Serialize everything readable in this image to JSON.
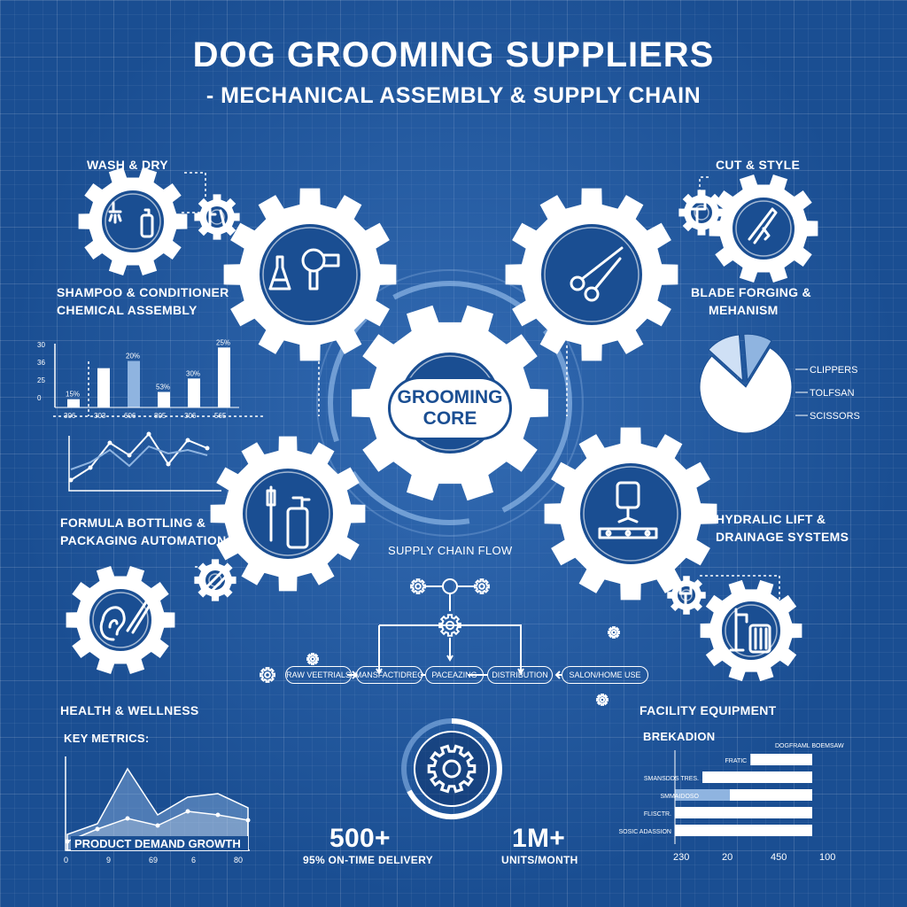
{
  "header": {
    "title": "DOG GROOMING SUPPLIERS",
    "subtitle": "- MECHANICAL ASSEMBLY & SUPPLY CHAIN"
  },
  "center": {
    "line1": "GROOMING",
    "line2": "CORE"
  },
  "sections": {
    "wash_dry": "WASH & DRY",
    "cut_style": "CUT & STYLE",
    "shampoo_line1": "SHAMPOO & CONDITIONER",
    "shampoo_line2": "CHEMICAL ASSEMBLY",
    "blade_line1": "BLADE FORGING &",
    "blade_line2": "MEHANISM",
    "formula_line1": "FORMULA BOTTLING &",
    "formula_line2": "PACKAGING AUTOMATION",
    "hydraulic_line1": "HYDRALIC LIFT &",
    "hydraulic_line2": "DRAINAGE SYSTEMS",
    "health": "HEALTH & WELLNESS",
    "key_metrics": "KEY METRICS:",
    "facility": "FACILITY EQUIPMENT",
    "breakdown": "BREKADION"
  },
  "supply_chain": {
    "title": "SUPPLY CHAIN FLOW",
    "stages": [
      "RAW VEETRIALS",
      "MANSFACTIDREO",
      "PACEAZING",
      "DISTRIBUTION",
      "SALON/HOME USE"
    ]
  },
  "metrics": {
    "stat1_value": "500+",
    "stat1_label": "95% ON-TIME DELIVERY",
    "stat2_value": "1M+",
    "stat2_label": "UNITS/MONTH"
  },
  "colors": {
    "background": "#1a4e92",
    "accent": "#ffffff",
    "highlight": "#8fb4e0"
  },
  "icons": [
    "shower-icon",
    "flask-icon",
    "hair-dryer-icon",
    "hammer-icon",
    "scissors-icon",
    "comb-clipper-icon",
    "toothbrush-icon",
    "bottle-icon",
    "ear-icon",
    "press-machine-icon",
    "faucet-icon"
  ],
  "chart_data": [
    {
      "type": "bar",
      "categories": [
        "306",
        "303",
        "606",
        "805",
        "306",
        "565"
      ],
      "values": [
        8,
        38,
        45,
        15,
        28,
        58
      ],
      "highlight_index": 2,
      "data_labels": [
        "15%",
        "",
        "20%",
        "53%",
        "30%",
        "25%"
      ],
      "y_ticks": [
        "30",
        "36",
        "25",
        "0"
      ]
    },
    {
      "type": "line",
      "series": [
        {
          "values": [
            10,
            24,
            52,
            38,
            62,
            28,
            55,
            46
          ]
        },
        {
          "values": [
            22,
            30,
            44,
            26,
            48,
            40,
            44,
            38
          ]
        }
      ]
    },
    {
      "type": "pie",
      "categories": [
        "CLIPPERS",
        "TOLFSAN",
        "SCISSORS"
      ],
      "values": [
        78,
        12,
        10
      ]
    },
    {
      "type": "area",
      "xlabel": "PRODUCT DEMAND GROWTH",
      "x_ticks": [
        "0",
        "9",
        "69",
        "6",
        "80"
      ],
      "series": [
        {
          "values": [
            18,
            30,
            92,
            40,
            60,
            64,
            48
          ]
        },
        {
          "values": [
            10,
            24,
            36,
            28,
            44,
            40,
            34
          ]
        }
      ]
    },
    {
      "type": "bar",
      "orientation": "horizontal",
      "categories": [
        "FRATIC",
        "SMANSDDS TRES.",
        "SMMAIDOSO",
        "FLISCTR.",
        "SOSIC ADASSION"
      ],
      "values": [
        45,
        80,
        80,
        100,
        100
      ],
      "highlight_values": [
        0,
        0,
        40,
        0,
        0
      ],
      "legend": "DOGFRAML BOEMSAW",
      "x_ticks": [
        "230",
        "20",
        "450",
        "100"
      ]
    }
  ]
}
